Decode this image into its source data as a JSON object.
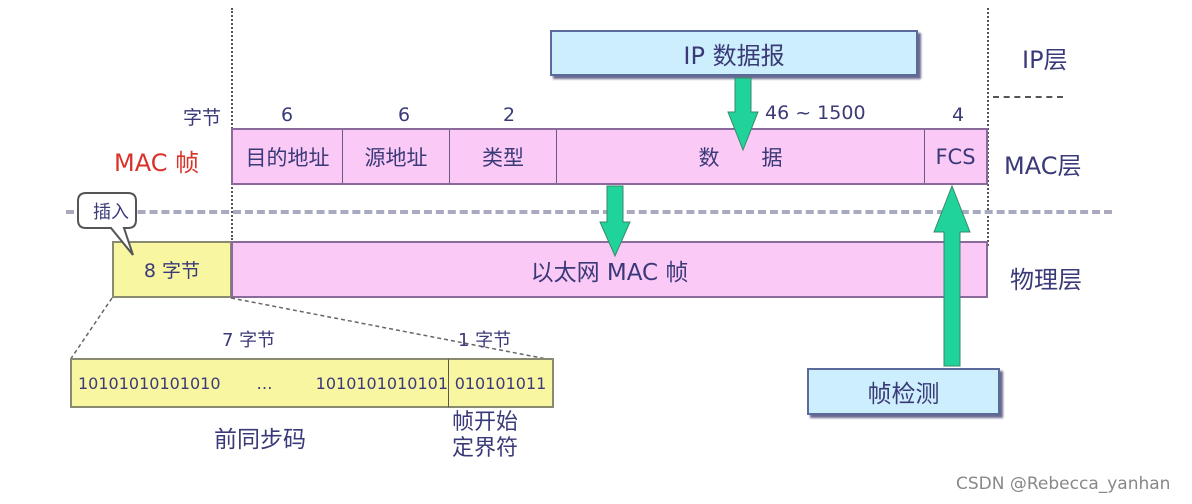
{
  "ip_datagram": {
    "label": "IP 数据报"
  },
  "layers": {
    "ip": "IP层",
    "mac": "MAC层",
    "physical": "物理层"
  },
  "mac_frame": {
    "title": "MAC 帧",
    "bytes_label": "字节",
    "fields": [
      {
        "name": "目的地址",
        "bytes": "6"
      },
      {
        "name": "源地址",
        "bytes": "6"
      },
      {
        "name": "类型",
        "bytes": "2"
      },
      {
        "name": "数　　据",
        "bytes": "46 ~ 1500"
      },
      {
        "name": "FCS",
        "bytes": "4"
      }
    ]
  },
  "physical_frame": {
    "insert_callout": "插入",
    "preamble_block": "8 字节",
    "ethernet_frame": "以太网 MAC 帧"
  },
  "preamble_detail": {
    "sync_bytes": "7 字节",
    "sfd_bytes": "1 字节",
    "sync_bits_start": "10101010101010",
    "ellipsis": "…",
    "sync_bits_end": "1010101010101",
    "sfd_bits": "010101011",
    "sync_name": "前同步码",
    "sfd_name_line1": "帧开始",
    "sfd_name_line2": "定界符"
  },
  "frame_check": {
    "label": "帧检测"
  },
  "watermark": "CSDN @Rebecca_yanhan",
  "colors": {
    "mac_title": "#d8322a",
    "arrow": "#1fd39a",
    "pink": "#fbc9f6",
    "yellow": "#f9f6a2",
    "blue": "#cdeefc"
  }
}
